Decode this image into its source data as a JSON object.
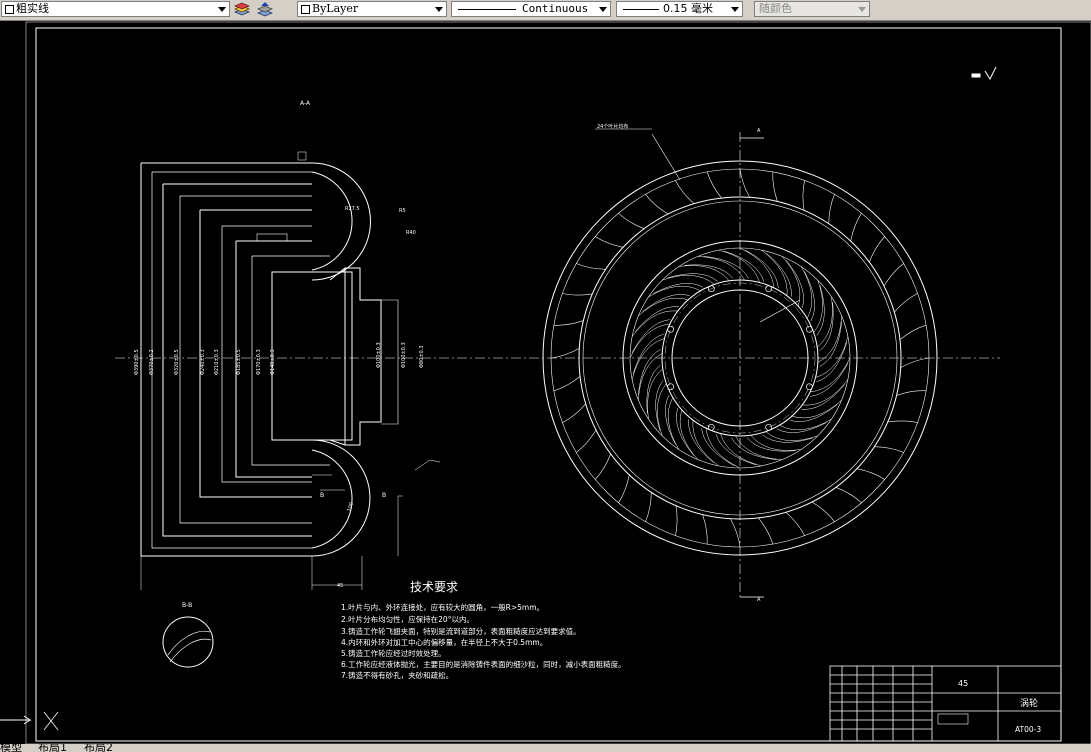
{
  "toolbar": {
    "layer_name": "粗实线",
    "color_control": "ByLayer",
    "linetype_control": "Continuous",
    "lineweight_control": "0.15 毫米",
    "plotstyle_control": "随颜色"
  },
  "drawing": {
    "section_aa": "A-A",
    "section_bb": "B-B",
    "label_b": "B",
    "label_a": "A",
    "blade_note": "24个叶片均布",
    "tech_title": "技术要求",
    "tech_notes": [
      "1.叶片与内、外环连接处，应有较大的圆角，一般R>5mm。",
      "2.叶片分布均匀性，应保持在20°以内。",
      "3.铸造工作轮飞翅夹面，特别是流到道部分，表面粗糙度应达到要求值。",
      "4.内环和外环对加工中心的偏移量，在半径上不大于0.5mm。",
      "5.铸造工作轮应经过时效处理。",
      "6.工作轮应经液体抛光，主要目的是消除铸件表面的细沙粒，同时，减小表面粗糙度。",
      "7.铸造不得有砂孔，夹砂和疏松。"
    ],
    "title_block": {
      "material": "45",
      "part_name": "涡轮",
      "drawing_no": "AT00-3"
    }
  },
  "tabs": {
    "model": "模型",
    "layout1": "布局1",
    "layout2": "布局2"
  }
}
